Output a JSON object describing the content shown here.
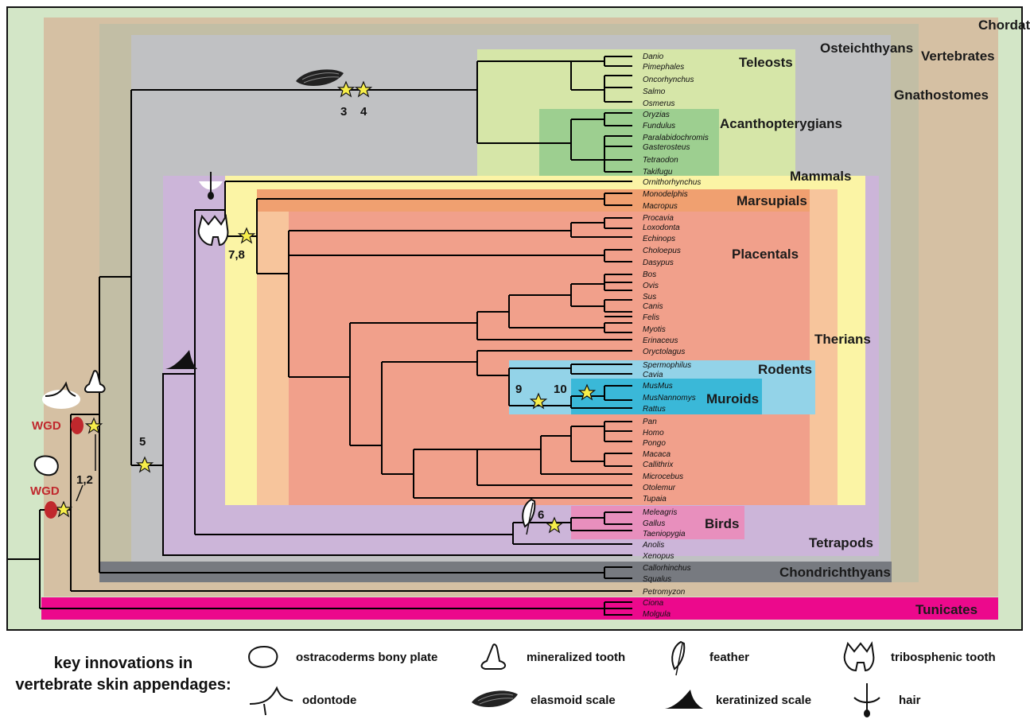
{
  "clades": {
    "chordates": "Chordates",
    "vertebrates": "Vertebrates",
    "gnathostomes": "Gnathostomes",
    "osteichthyans": "Osteichthyans",
    "teleosts": "Teleosts",
    "acanthopterygians": "Acanthopterygians",
    "mammals": "Mammals",
    "marsupials": "Marsupials",
    "placentals": "Placentals",
    "therians": "Therians",
    "rodents": "Rodents",
    "muroids": "Muroids",
    "birds": "Birds",
    "tetrapods": "Tetrapods",
    "chondrichthyans": "Chondrichthyans",
    "tunicates": "Tunicates"
  },
  "species": [
    "Danio",
    "Pimephales",
    "Oncorhynchus",
    "Salmo",
    "Osmerus",
    "Oryzias",
    "Fundulus",
    "Paralabidochromis",
    "Gasterosteus",
    "Tetraodon",
    "Takifugu",
    "Ornithorhynchus",
    "Monodelphis",
    "Macropus",
    "Procavia",
    "Loxodonta",
    "Echinops",
    "Choloepus",
    "Dasypus",
    "Bos",
    "Ovis",
    "Sus",
    "Canis",
    "Felis",
    "Myotis",
    "Erinaceus",
    "Oryctolagus",
    "Spermophilus",
    "Cavia",
    "MusMus",
    "MusNannomys",
    "Rattus",
    "Pan",
    "Homo",
    "Pongo",
    "Macaca",
    "Callithrix",
    "Microcebus",
    "Otolemur",
    "Tupaia",
    "Meleagris",
    "Gallus",
    "Taeniopygia",
    "Anolis",
    "Xenopus",
    "Callorhinchus",
    "Squalus",
    "Petromyzon",
    "Ciona",
    "Molgula"
  ],
  "events": {
    "e12": "1,2",
    "e34a": "3",
    "e34b": "4",
    "e5": "5",
    "e6": "6",
    "e78": "7,8",
    "e9": "9",
    "e10": "10",
    "wgd": "WGD"
  },
  "colors": {
    "chordates": "#d3e6c7",
    "vertebrates": "#d5c0a3",
    "gnathostomes": "#c2bea5",
    "osteichthyans": "#c0c1c3",
    "teleosts": "#d6e6a8",
    "acanthopterygians": "#9dcf90",
    "tetrapods": "#ccb5d9",
    "mammals": "#fbf4a5",
    "therians": "#f7c59c",
    "marsupials": "#f0a070",
    "placentals": "#f1a08b",
    "rodents": "#93d3e8",
    "muroids": "#3ab8d8",
    "birds": "#e88fbd",
    "chondrichthyans": "#777a80",
    "tunicates": "#ec098c",
    "star": "#f7ee4a",
    "wgd": "#c0282d"
  },
  "legend": {
    "title_line1": "key innovations in",
    "title_line2": "vertebrate skin appendages:",
    "items": [
      {
        "icon": "ostracoderm-bony-plate-icon",
        "label": "ostracoderms bony plate"
      },
      {
        "icon": "mineralized-tooth-icon",
        "label": "mineralized tooth"
      },
      {
        "icon": "feather-icon",
        "label": "feather"
      },
      {
        "icon": "tribosphenic-tooth-icon",
        "label": "tribosphenic tooth"
      },
      {
        "icon": "odontode-icon",
        "label": "odontode"
      },
      {
        "icon": "elasmoid-scale-icon",
        "label": "elasmoid scale"
      },
      {
        "icon": "keratinized-scale-icon",
        "label": "keratinized scale"
      },
      {
        "icon": "hair-icon",
        "label": "hair"
      }
    ]
  }
}
